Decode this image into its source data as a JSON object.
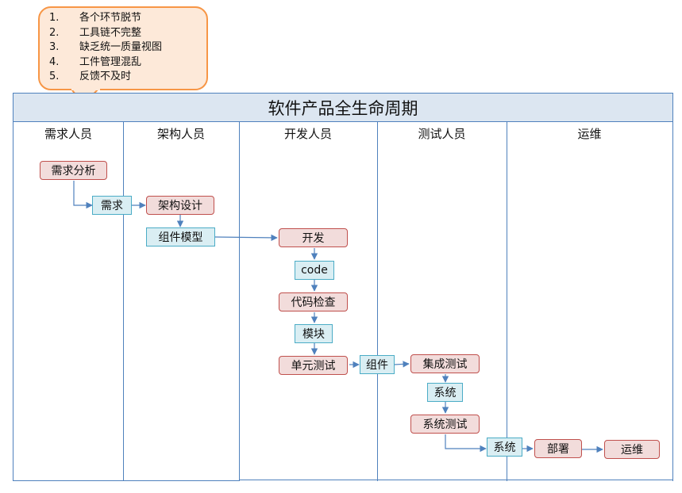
{
  "callout": {
    "items": [
      {
        "num": "1.",
        "text": "各个环节脱节"
      },
      {
        "num": "2.",
        "text": "工具链不完整"
      },
      {
        "num": "3.",
        "text": "缺乏统一质量视图"
      },
      {
        "num": "4.",
        "text": "工件管理混乱"
      },
      {
        "num": "5.",
        "text": "反馈不及时"
      }
    ]
  },
  "title": "软件产品全生命周期",
  "lanes": [
    "需求人员",
    "架构人员",
    "开发人员",
    "测试人员",
    "运维"
  ],
  "processes": {
    "req_analysis": "需求分析",
    "arch_design": "架构设计",
    "develop": "开发",
    "code_review": "代码检查",
    "unit_test": "单元测试",
    "integration_test": "集成测试",
    "system_test": "系统测试",
    "deploy": "部署",
    "ops": "运维"
  },
  "artifacts": {
    "requirement": "需求",
    "component_model": "组件模型",
    "code": "code",
    "module": "模块",
    "component": "组件",
    "system_1": "系统",
    "system_2": "系统"
  },
  "colors": {
    "process_fill": "#f2dcdb",
    "process_border": "#c0504d",
    "artifact_fill": "#daeef3",
    "artifact_border": "#4bacc6",
    "lane_line": "#4f81bd",
    "callout_fill": "#fde9d9",
    "callout_border": "#f79646"
  }
}
